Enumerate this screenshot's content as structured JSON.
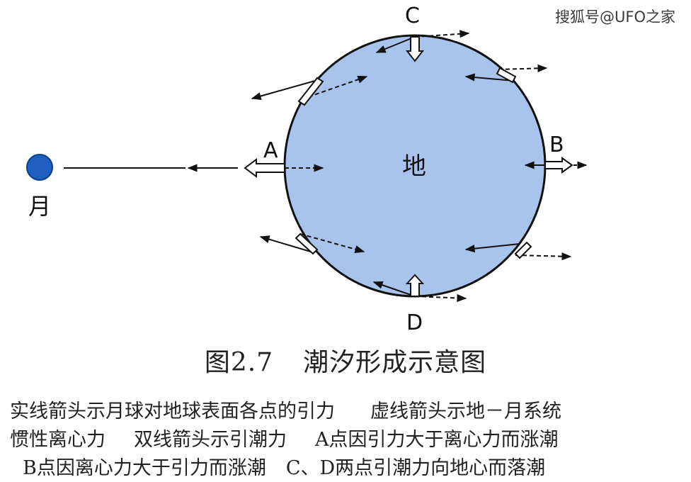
{
  "watermark": "搜狐号@UFO之家",
  "labels": {
    "moon": "月",
    "earth": "地",
    "point_a": "A",
    "point_b": "B",
    "point_c": "C",
    "point_d": "D"
  },
  "caption": {
    "number": "图2.7",
    "title": "潮汐形成示意图"
  },
  "legend_lines": [
    [
      "实线箭头示月球对地球表面各点的引力",
      "虚线箭头示地－月系统"
    ],
    [
      "惯性离心力",
      "双线箭头示引潮力",
      "A点因引力大于离心力而涨潮"
    ],
    [
      "B点因离心力大于引力而涨潮",
      "C、D两点引潮力向地心而落潮"
    ]
  ],
  "colors": {
    "earth_fill": "#a9c4ec",
    "moon_fill": "#1e5fbf",
    "arrow": "#111111"
  }
}
